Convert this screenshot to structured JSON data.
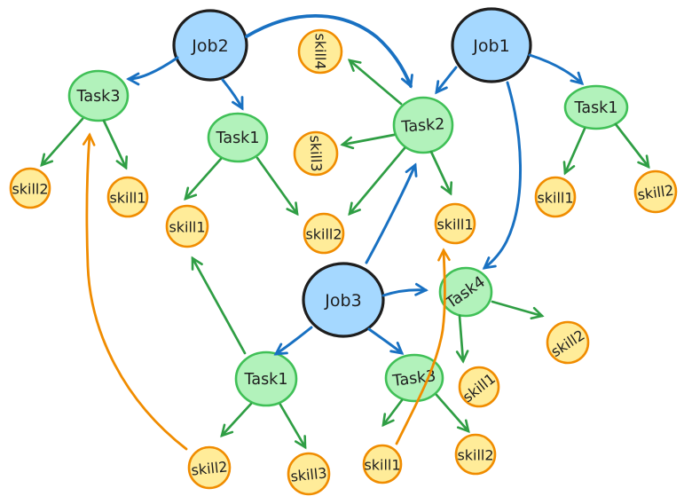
{
  "diagram": {
    "title": "job-task-skill-graph",
    "background": "#ffffff",
    "colors": {
      "job_fill": "#a5d8ff",
      "job_stroke": "#1e1e1e",
      "task_fill": "#b2f2bb",
      "task_stroke": "#40c057",
      "skill_fill": "#ffec99",
      "skill_stroke": "#f08c00",
      "edge_blue": "#1971c2",
      "edge_green": "#2f9e44",
      "edge_orange": "#f08c00",
      "text": "#1e1e1e"
    },
    "nodes": [
      {
        "id": "job2",
        "type": "job",
        "label": "Job2"
      },
      {
        "id": "job1",
        "type": "job",
        "label": "Job1"
      },
      {
        "id": "job3",
        "type": "job",
        "label": "Job3"
      },
      {
        "id": "task3_top",
        "type": "task",
        "label": "Task3"
      },
      {
        "id": "task1_mid",
        "type": "task",
        "label": "Task1"
      },
      {
        "id": "task2",
        "type": "task",
        "label": "Task2"
      },
      {
        "id": "task1_right",
        "type": "task",
        "label": "Task1"
      },
      {
        "id": "task4",
        "type": "task",
        "label": "Task4"
      },
      {
        "id": "task1_bottom",
        "type": "task",
        "label": "Task1"
      },
      {
        "id": "task3_bottom",
        "type": "task",
        "label": "Task3"
      },
      {
        "id": "skill4_top",
        "type": "skill",
        "label": "skill4"
      },
      {
        "id": "skill3_mid",
        "type": "skill",
        "label": "skill3"
      },
      {
        "id": "skill2_left",
        "type": "skill",
        "label": "skill2"
      },
      {
        "id": "skill1_left",
        "type": "skill",
        "label": "skill1"
      },
      {
        "id": "skill1_midleft",
        "type": "skill",
        "label": "skill1"
      },
      {
        "id": "skill2_mid",
        "type": "skill",
        "label": "skill2"
      },
      {
        "id": "skill1_center",
        "type": "skill",
        "label": "skill1"
      },
      {
        "id": "skill1_right",
        "type": "skill",
        "label": "skill1"
      },
      {
        "id": "skill2_right",
        "type": "skill",
        "label": "skill2"
      },
      {
        "id": "skill2_midright",
        "type": "skill",
        "label": "skill2"
      },
      {
        "id": "skill1_under_task4",
        "type": "skill",
        "label": "skill1"
      },
      {
        "id": "skill2_bottom_right",
        "type": "skill",
        "label": "skill2"
      },
      {
        "id": "skill1_bottom",
        "type": "skill",
        "label": "skill1"
      },
      {
        "id": "skill2_bottom_left",
        "type": "skill",
        "label": "skill2"
      },
      {
        "id": "skill3_bottom",
        "type": "skill",
        "label": "skill3"
      }
    ],
    "edges": [
      {
        "from": "job2",
        "to": "task3_top",
        "color": "blue"
      },
      {
        "from": "job2",
        "to": "task1_mid",
        "color": "blue"
      },
      {
        "from": "job2",
        "to": "task2",
        "color": "blue"
      },
      {
        "from": "job1",
        "to": "task2",
        "color": "blue"
      },
      {
        "from": "job1",
        "to": "task1_right",
        "color": "blue"
      },
      {
        "from": "job1",
        "to": "task4",
        "color": "blue"
      },
      {
        "from": "job3",
        "to": "task1_bottom",
        "color": "blue"
      },
      {
        "from": "job3",
        "to": "task3_bottom",
        "color": "blue"
      },
      {
        "from": "job3",
        "to": "task4",
        "color": "blue"
      },
      {
        "from": "job3",
        "to": "task2",
        "color": "blue"
      },
      {
        "from": "task3_top",
        "to": "skill2_left",
        "color": "green"
      },
      {
        "from": "task3_top",
        "to": "skill1_left",
        "color": "green"
      },
      {
        "from": "task1_mid",
        "to": "skill1_midleft",
        "color": "green"
      },
      {
        "from": "task1_mid",
        "to": "skill2_mid",
        "color": "green"
      },
      {
        "from": "task2",
        "to": "skill4_top",
        "color": "green"
      },
      {
        "from": "task2",
        "to": "skill3_mid",
        "color": "green"
      },
      {
        "from": "task2",
        "to": "skill2_mid",
        "color": "green"
      },
      {
        "from": "task2",
        "to": "skill1_center",
        "color": "green"
      },
      {
        "from": "task1_right",
        "to": "skill1_right",
        "color": "green"
      },
      {
        "from": "task1_right",
        "to": "skill2_right",
        "color": "green"
      },
      {
        "from": "task4",
        "to": "skill2_midright",
        "color": "green"
      },
      {
        "from": "task4",
        "to": "skill1_under_task4",
        "color": "green"
      },
      {
        "from": "task1_bottom",
        "to": "skill2_bottom_left",
        "color": "green"
      },
      {
        "from": "task1_bottom",
        "to": "skill3_bottom",
        "color": "green"
      },
      {
        "from": "task1_bottom",
        "to": "skill1_midleft",
        "color": "green"
      },
      {
        "from": "task3_bottom",
        "to": "skill1_bottom",
        "color": "green"
      },
      {
        "from": "task3_bottom",
        "to": "skill2_bottom_right",
        "color": "green"
      },
      {
        "from": "skill2_bottom_left",
        "to": "task3_top",
        "color": "orange"
      },
      {
        "from": "skill1_bottom",
        "to": "skill1_center",
        "color": "orange"
      }
    ]
  }
}
